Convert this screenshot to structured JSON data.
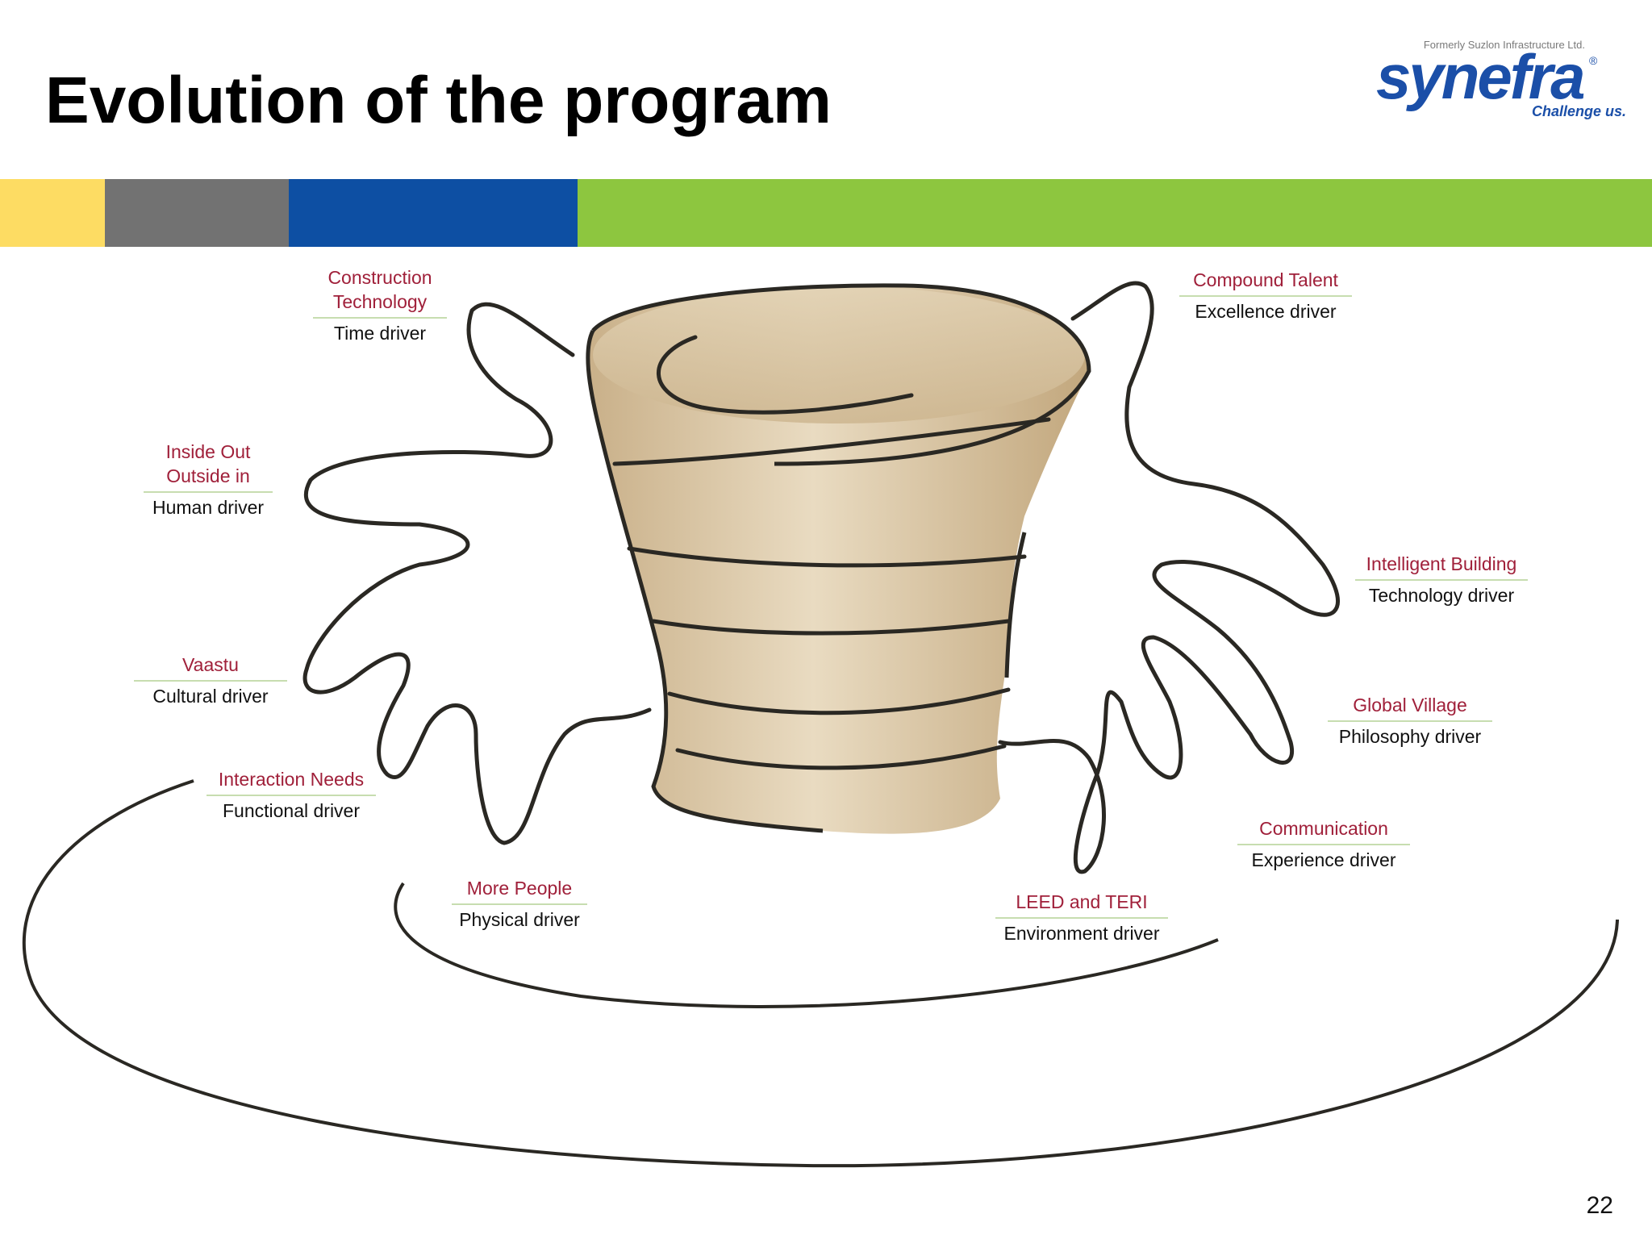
{
  "slide": {
    "title": "Evolution of the program",
    "page_number": "22"
  },
  "logo": {
    "tagline_top": "Formerly Suzlon Infrastructure Ltd.",
    "wordmark": "synefra",
    "registered": "®",
    "slogan": "Challenge us."
  },
  "colors": {
    "bar_yellow": "#fddc63",
    "bar_gray": "#727272",
    "bar_blue": "#0d4fa3",
    "bar_green": "#8dc63f",
    "label_title": "#a0203a",
    "pot": "#d9c4a0",
    "outline": "#2a2823",
    "logo_blue": "#1b4fa8",
    "logo_green": "#4aa43a"
  },
  "drivers": [
    {
      "title": "Construction Technology",
      "title_lines": [
        "Construction",
        "Technology"
      ],
      "driver": "Time driver"
    },
    {
      "title": "Compound Talent",
      "title_lines": [
        "Compound Talent"
      ],
      "driver": "Excellence driver"
    },
    {
      "title": "Inside Out Outside in",
      "title_lines": [
        "Inside Out",
        "Outside in"
      ],
      "driver": "Human driver"
    },
    {
      "title": "Intelligent Building",
      "title_lines": [
        "Intelligent Building"
      ],
      "driver": "Technology driver"
    },
    {
      "title": "Vaastu",
      "title_lines": [
        "Vaastu"
      ],
      "driver": "Cultural driver"
    },
    {
      "title": "Global Village",
      "title_lines": [
        "Global Village"
      ],
      "driver": "Philosophy driver"
    },
    {
      "title": "Interaction Needs",
      "title_lines": [
        "Interaction Needs"
      ],
      "driver": "Functional driver"
    },
    {
      "title": "Communication",
      "title_lines": [
        "Communication"
      ],
      "driver": "Experience driver"
    },
    {
      "title": "More People",
      "title_lines": [
        "More People"
      ],
      "driver": "Physical driver"
    },
    {
      "title": "LEED and TERI",
      "title_lines": [
        "LEED and TERI"
      ],
      "driver": "Environment driver"
    }
  ]
}
